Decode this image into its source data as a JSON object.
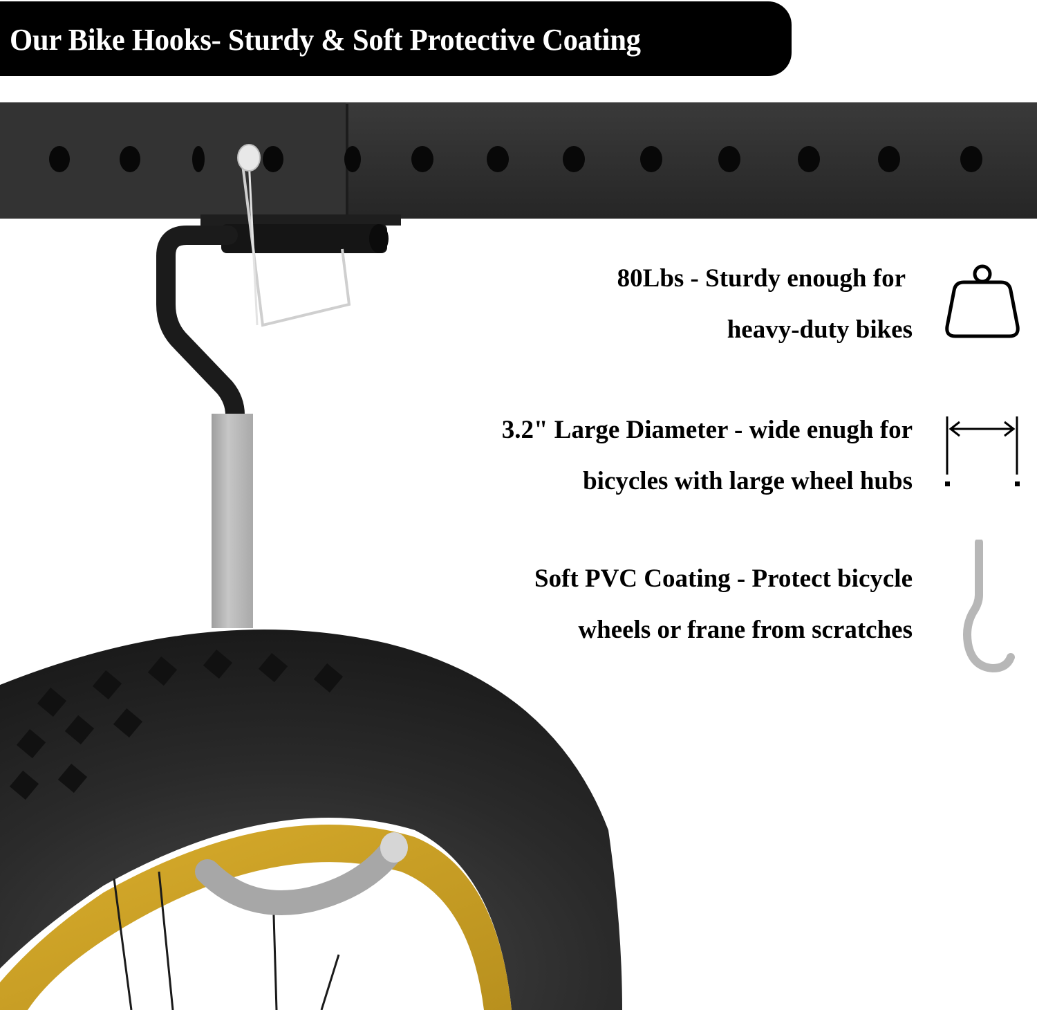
{
  "banner": {
    "title": "Our Bike Hooks- Sturdy & Soft Protective Coating"
  },
  "features": [
    {
      "line1": "80Lbs - Sturdy enough for",
      "line2": "heavy-duty bikes",
      "icon": "weight-icon"
    },
    {
      "line1": "3.2\" Large Diameter - wide enugh for",
      "line2": "bicycles with large wheel hubs",
      "icon": "width-measure-icon"
    },
    {
      "line1": "Soft PVC Coating - Protect bicycle",
      "line2": "wheels or frane from scratches",
      "icon": "hook-icon"
    }
  ],
  "colors": {
    "banner_bg": "#000000",
    "rail": "#2e2e2e",
    "coating_gray": "#b9b9b9",
    "tire": "#232323",
    "rim_yellow": "#c9a227"
  }
}
